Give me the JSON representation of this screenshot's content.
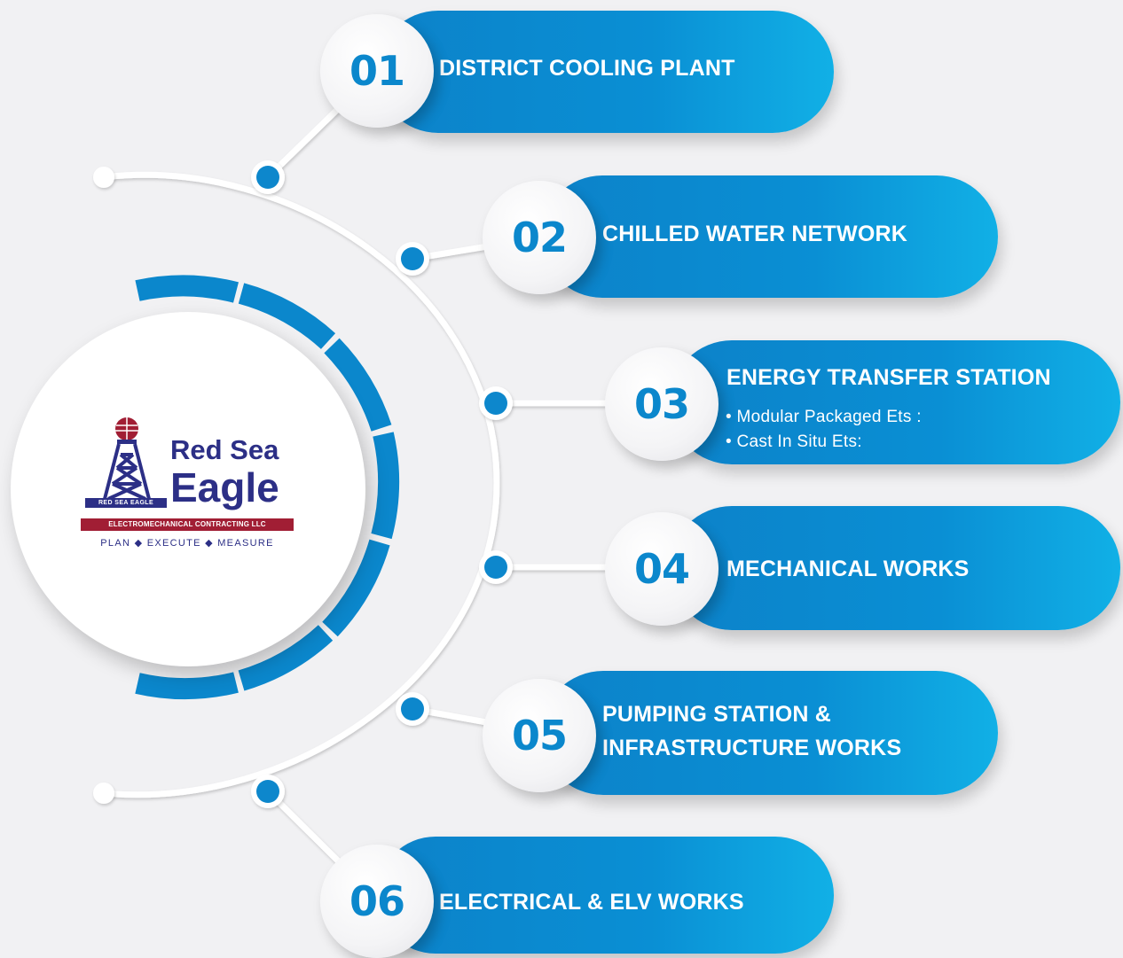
{
  "logo": {
    "name_line1": "Red Sea",
    "name_line2": "Eagle",
    "badge": "RED SEA EAGLE",
    "company": "ELECTROMECHANICAL CONTRACTING LLC",
    "tagline": "PLAN ◆ EXECUTE ◆ MEASURE",
    "colors": {
      "navy": "#2c2f86",
      "maroon": "#a11e34"
    }
  },
  "colors": {
    "accent": "#0b87cc",
    "pill_start": "#0c82c9",
    "pill_end": "#11b0e6",
    "background": "#f1f1f3"
  },
  "services": [
    {
      "number": "01",
      "title": "DISTRICT COOLING PLANT"
    },
    {
      "number": "02",
      "title": "CHILLED WATER NETWORK"
    },
    {
      "number": "03",
      "title": "ENERGY TRANSFER STATION",
      "details": [
        "• Modular Packaged Ets :",
        "• Cast In Situ Ets:"
      ]
    },
    {
      "number": "04",
      "title": "MECHANICAL WORKS"
    },
    {
      "number": "05",
      "title_lines": [
        "PUMPING STATION &",
        "INFRASTRUCTURE WORKS"
      ]
    },
    {
      "number": "06",
      "title": "ELECTRICAL & ELV WORKS"
    }
  ]
}
